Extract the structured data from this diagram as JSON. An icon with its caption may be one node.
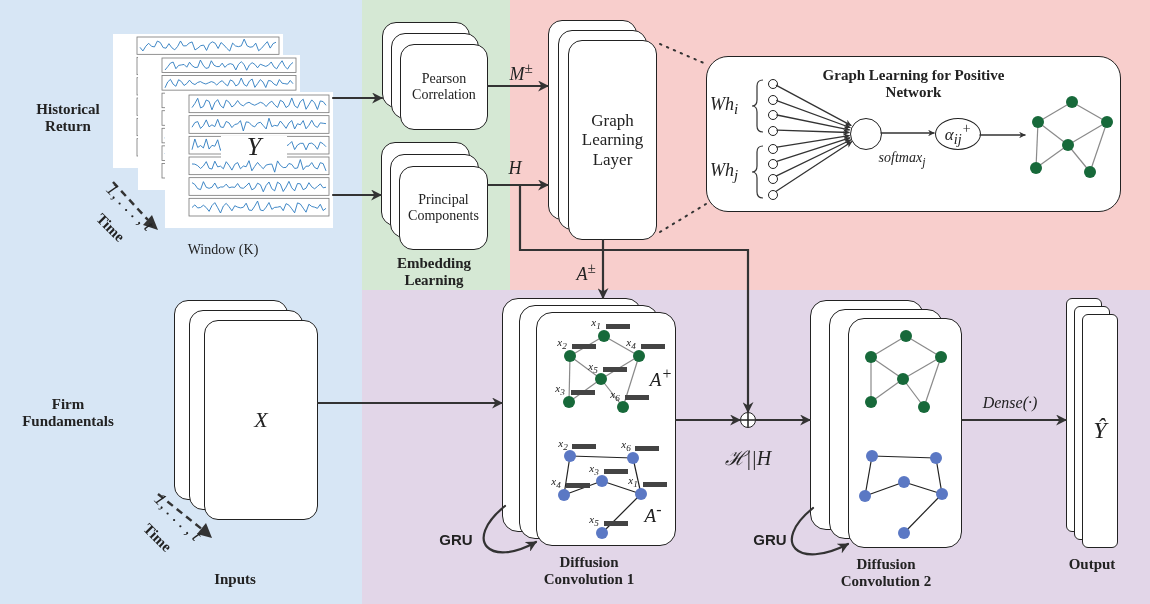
{
  "diagram": {
    "nodes": [
      {
        "text": [
          "Y"
        ],
        "beside": [
          "Window (K)"
        ]
      },
      {
        "text": [
          "Pearson Correlation"
        ]
      },
      {
        "text": [
          "Principal Components"
        ]
      },
      {
        "text": [
          "Graph Learning Layer"
        ]
      },
      {
        "text": [
          "Graph Learning for Positive Network"
        ]
      },
      {
        "text": [],
        "shape": "circle",
        "in": 4
      },
      {
        "text": [],
        "shape": "circle",
        "in": 4
      },
      {
        "text": [],
        "shape": "circle",
        "in": 4
      },
      {
        "text": [],
        "shape": "circle",
        "in": 4
      },
      {
        "text": [],
        "shape": "circle",
        "in": 4
      },
      {
        "text": [],
        "shape": "circle",
        "in": 4
      },
      {
        "text": [],
        "shape": "circle",
        "in": 4
      },
      {
        "text": [],
        "shape": "circle",
        "in": 4
      },
      {
        "text": [],
        "shape": "circle",
        "in": 4
      },
      {
        "text": [
          "α$_{ij}$$^{+}$"
        ],
        "in": 4
      },
      {
        "text": [],
        "shape": "picture",
        "in": 4
      },
      {
        "text": [
          "X"
        ]
      },
      {
        "text": [
          "Diffusion Convolution 1"
        ]
      },
      {
        "text": [],
        "shape": "circle",
        "beside": [
          "ℋ||H"
        ]
      },
      {
        "text": [
          "Diffusion Convolution 2"
        ]
      },
      {
        "text": [
          "Ŷ",
          "Output"
        ]
      }
    ],
    "edges": [
      {
        "from": 0,
        "to": 1,
        "arrow": "to"
      },
      {
        "from": 0,
        "to": 2,
        "arrow": "to"
      },
      {
        "from": 1,
        "to": 3,
        "arrow": "to",
        "label": "M$^{±}$"
      },
      {
        "from": 2,
        "to": 3,
        "arrow": "to",
        "label": "H"
      },
      {
        "from": 2,
        "to": 18,
        "arrow": "to"
      },
      {
        "from": 3,
        "to": 4,
        "arrow": "none",
        "style": "dashed"
      },
      {
        "from": 3,
        "to": 4,
        "arrow": "none",
        "style": "dashed"
      },
      {
        "from": 5,
        "to": 13,
        "arrow": "to"
      },
      {
        "from": 6,
        "to": 13,
        "arrow": "to"
      },
      {
        "from": 7,
        "to": 13,
        "arrow": "to"
      },
      {
        "from": 8,
        "to": 13,
        "arrow": "to"
      },
      {
        "from": 9,
        "to": 13,
        "arrow": "to"
      },
      {
        "from": 10,
        "to": 13,
        "arrow": "to"
      },
      {
        "from": 11,
        "to": 13,
        "arrow": "to"
      },
      {
        "from": 12,
        "to": 13,
        "arrow": "to"
      },
      {
        "from": 13,
        "to": 14,
        "arrow": "to",
        "label": "softmax$_{j}$"
      },
      {
        "from": 14,
        "to": 15,
        "arrow": "to"
      },
      {
        "from": 3,
        "to": 17,
        "arrow": "to",
        "label": "A$^{±}$"
      },
      {
        "from": 16,
        "to": 17,
        "arrow": "to"
      },
      {
        "from": 17,
        "to": 17,
        "arrow": "to",
        "label": "GRU"
      },
      {
        "from": 17,
        "to": 18,
        "arrow": "to"
      },
      {
        "from": 18,
        "to": 19,
        "arrow": "to"
      },
      {
        "from": 19,
        "to": 19,
        "arrow": "to",
        "label": "GRU"
      },
      {
        "from": 19,
        "to": 20,
        "arrow": "to",
        "label": "Dense(·)"
      }
    ],
    "labels": [
      "Historical Return",
      "1, . . . , t",
      "Time",
      "Embedding Learning",
      "Wh$_{i}$",
      "Wh$_{j}$",
      "Firm Fundamentals",
      "1, . . . , t",
      "Time",
      "Inputs",
      "x$_{1}$",
      "x$_{2}$",
      "x$_{4}$",
      "x$_{5}$",
      "A$^{+}$",
      "x$_{3}$",
      "x$_{6}$",
      "x$_{2}$",
      "x$_{6}$",
      "x$_{3}$",
      "x$_{4}$",
      "x$_{1}$",
      "A$^{-}$",
      "x$_{5}$"
    ]
  }
}
